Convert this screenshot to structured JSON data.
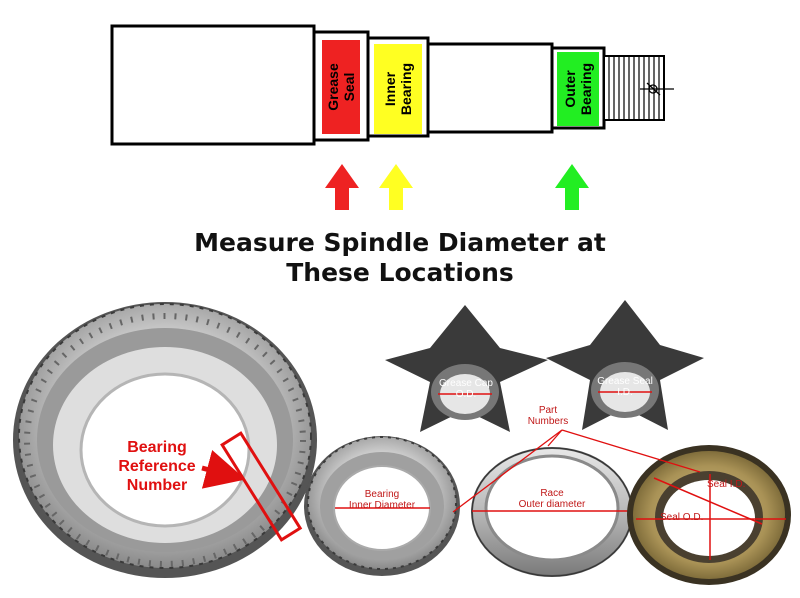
{
  "spindle": {
    "grease_seal_label": [
      "Grease",
      "Seal"
    ],
    "inner_bearing_label": [
      "Inner",
      "Bearing"
    ],
    "outer_bearing_label": [
      "Outer",
      "Bearing"
    ]
  },
  "colors": {
    "grease_seal": "#ee2222",
    "inner_bearing": "#ffff22",
    "outer_bearing": "#22ee22",
    "callout_red": "#e01010"
  },
  "headline": {
    "line1": "Measure Spindle Diameter at",
    "line2": "These Locations"
  },
  "callouts": {
    "bearing_reference": [
      "Bearing",
      "Reference",
      "Number"
    ],
    "grease_cap_od": [
      "Grease Cap",
      "O.D."
    ],
    "grease_seal_id": [
      "Grease Seal",
      "I.D."
    ],
    "part_numbers": [
      "Part",
      "Numbers"
    ],
    "bearing_inner_diameter": [
      "Bearing",
      "Inner Diameter"
    ],
    "race_outer_diameter": [
      "Race",
      "Outer diameter"
    ],
    "seal_id": "Seal I.D.",
    "seal_od": "Seal O.D."
  }
}
